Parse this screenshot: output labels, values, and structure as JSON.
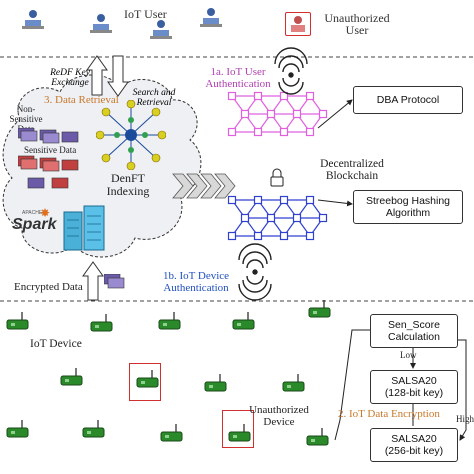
{
  "top": {
    "iot_user_label": "IoT User",
    "unauthorized_user_label_line1": "Unauthorized",
    "unauthorized_user_label_line2": "User"
  },
  "steps": {
    "data_retrieval": "3. Data Retrieval",
    "user_auth_line1": "1a. IoT User",
    "user_auth_line2": "Authentication",
    "device_auth_line1": "1b. IoT Device",
    "device_auth_line2": "Authentication",
    "data_encryption": "2. IoT Data Encryption"
  },
  "cloud": {
    "redf_line1": "ReDF Key",
    "redf_line2": "Exchange",
    "search_line1": "Search and",
    "search_line2": "Retrieval",
    "non_sensitive_line1": "Non-Sensitive",
    "non_sensitive_line2": "Data",
    "sensitive": "Sensitive Data",
    "denft_line1": "DenFT",
    "denft_line2": "Indexing",
    "spark": "Spark",
    "spark_small": "APACHE"
  },
  "blockchain": {
    "label_line1": "Decentralized",
    "label_line2": "Blockchain",
    "dba_protocol": "DBA Protocol",
    "streebog_line1": "Streebog Hashing",
    "streebog_line2": "Algorithm"
  },
  "bottom": {
    "encrypted_data": "Encrypted Data",
    "iot_device": "IoT Device",
    "unauthorized_device_line1": "Unauthorized",
    "unauthorized_device_line2": "Device",
    "sen_score_line1": "Sen_Score",
    "sen_score_line2": "Calculation",
    "low": "Low",
    "high": "High",
    "salsa128_line1": "SALSA20",
    "salsa128_line2": "(128-bit key)",
    "salsa256_line1": "SALSA20",
    "salsa256_line2": "(256-bit key)"
  },
  "colors": {
    "user_chain": "#e060e0",
    "device_chain": "#3040d0",
    "warning_red": "#d03030",
    "device_green": "#2a8a2a",
    "step_orange": "#c8782a",
    "step_purple": "#b040b0",
    "step_blue": "#2050c0"
  }
}
